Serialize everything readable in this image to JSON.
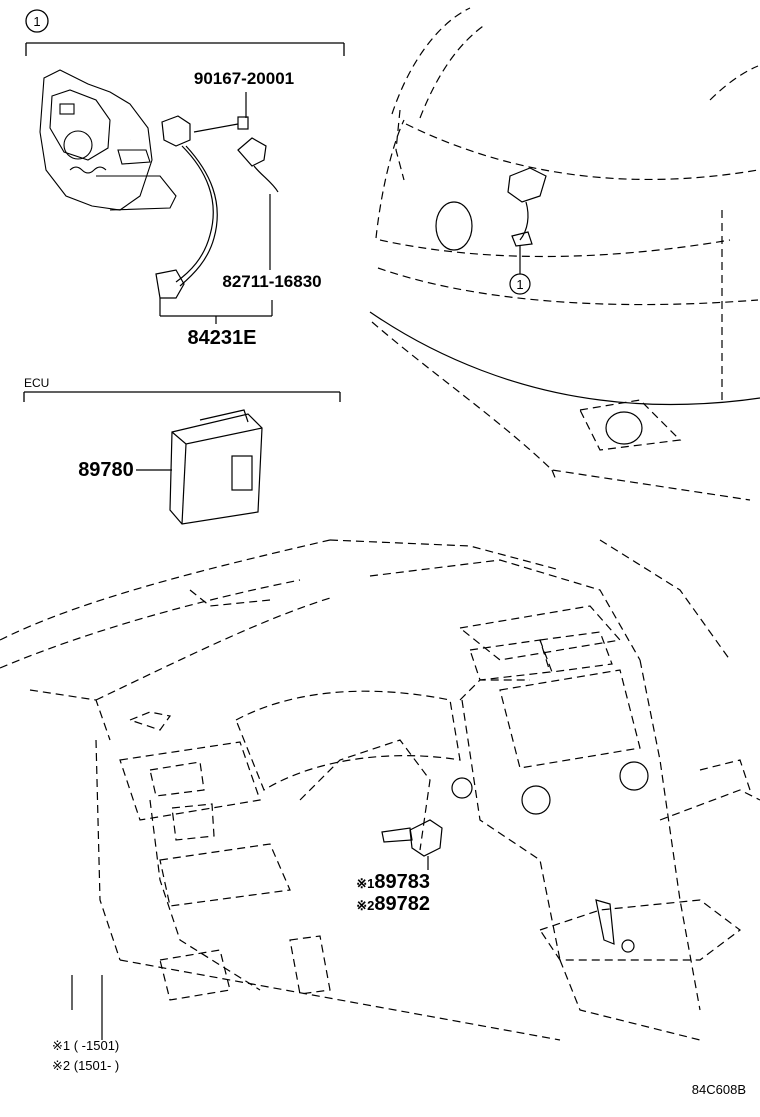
{
  "groups": {
    "group_1_label": "1",
    "ecu_label": "ECU"
  },
  "parts": {
    "bolt": "90167-20001",
    "sensor": "82711-16830",
    "assembly": "84231E",
    "ecu": "89780",
    "switch_1": "89783",
    "switch_2": "89782",
    "switch_1_mark": "※1",
    "switch_2_mark": "※2"
  },
  "callouts": {
    "hood_ref": "1"
  },
  "notes": {
    "note_1": "※1 (    -1501)",
    "note_2": "※2 (1501-    )"
  },
  "diagram_code": "84C608B"
}
